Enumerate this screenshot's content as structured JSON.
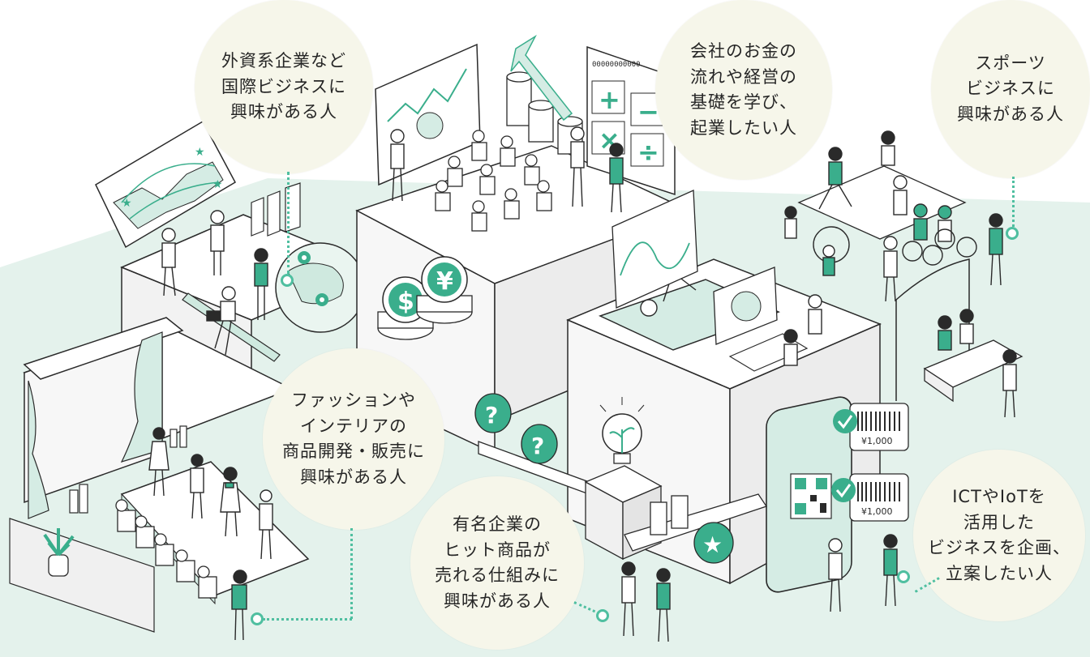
{
  "colors": {
    "accent": "#3aae8c",
    "accent_light": "#d5ece4",
    "ground": "#e4f2ec",
    "bubble": "#f6f6ea",
    "line": "#2a2a2a",
    "text": "#262626"
  },
  "bubbles": [
    {
      "id": "international",
      "lines": [
        "外資系企業など",
        "国際ビジネスに",
        "興味がある人"
      ]
    },
    {
      "id": "management",
      "lines": [
        "会社のお金の",
        "流れや経営の",
        "基礎を学び、",
        "起業したい人"
      ]
    },
    {
      "id": "sports",
      "lines": [
        "スポーツ",
        "ビジネスに",
        "興味がある人"
      ]
    },
    {
      "id": "fashion",
      "lines": [
        "ファッションや",
        "インテリアの",
        "商品開発・販売に",
        "興味がある人"
      ]
    },
    {
      "id": "hit-products",
      "lines": [
        "有名企業の",
        "ヒット商品が",
        "売れる仕組みに",
        "興味がある人"
      ]
    },
    {
      "id": "ict",
      "lines": [
        "ICTやIoTを",
        "活用した",
        "ビジネスを企画、",
        "立案したい人"
      ]
    }
  ],
  "illustration": {
    "price_tags": [
      "¥1,000",
      "¥1,000"
    ],
    "coin_symbols": [
      "$",
      "¥"
    ],
    "question_marks": [
      "?",
      "?"
    ],
    "calculator_keys": [
      "+",
      "−",
      "×",
      "÷"
    ],
    "calculator_display": "00000000000"
  }
}
